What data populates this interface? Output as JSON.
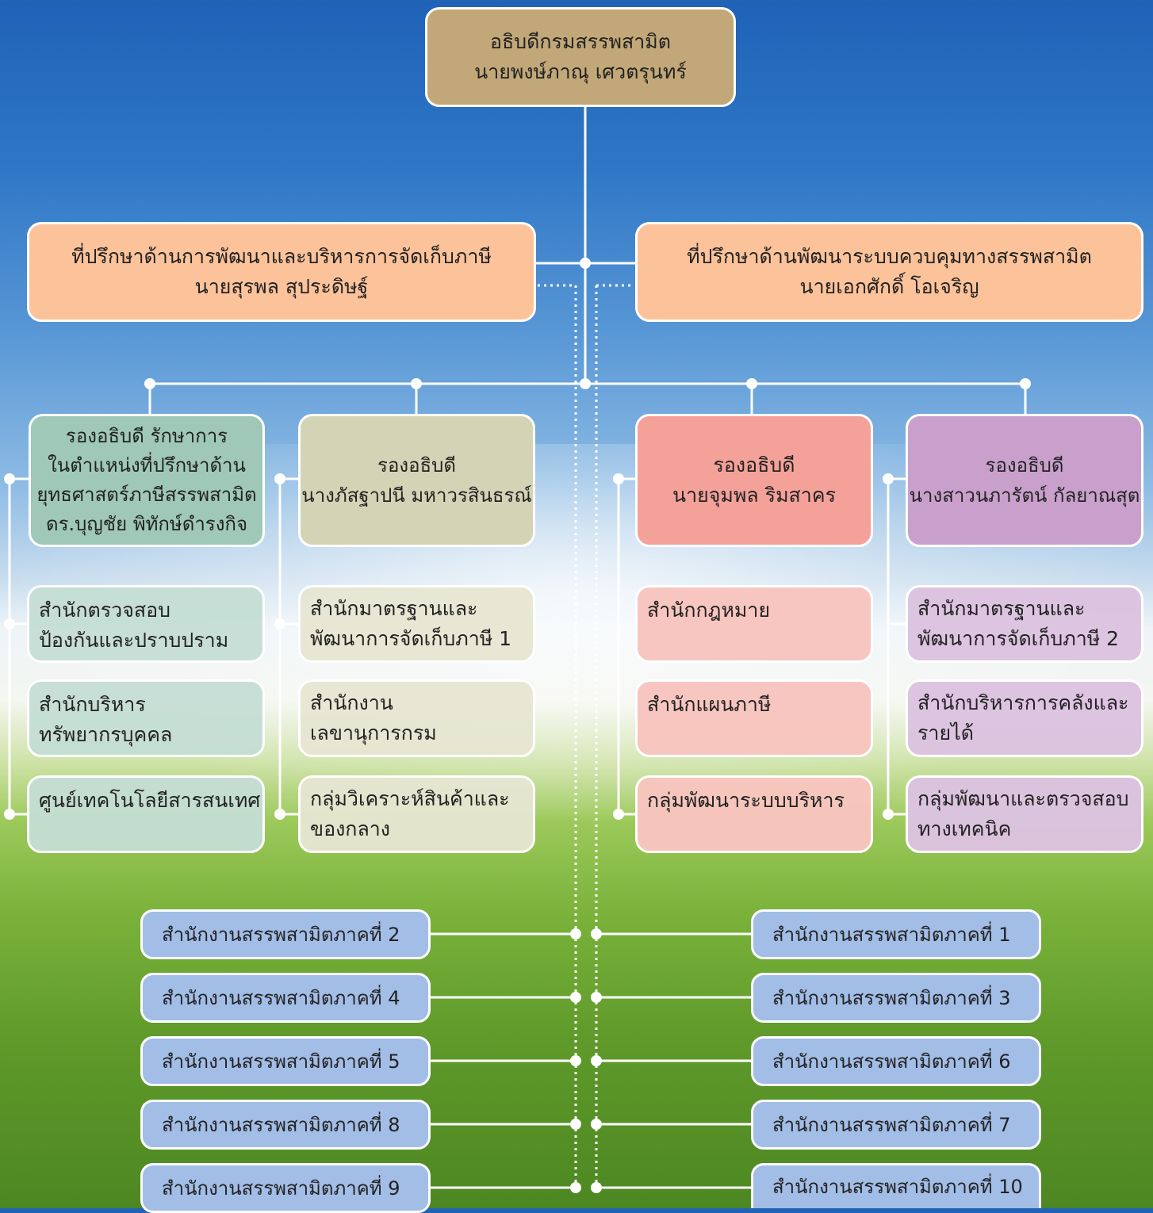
{
  "director": {
    "title": "อธิบดีกรมสรรพสามิต",
    "name": "นายพงษ์ภาณุ เศวตรุนทร์"
  },
  "advisors": [
    {
      "title": "ที่ปรึกษาด้านการพัฒนาและบริหารการจัดเก็บภาษี",
      "name": "นายสุรพล สุประดิษฐ์"
    },
    {
      "title": "ที่ปรึกษาด้านพัฒนาระบบควบคุมทางสรรพสามิต",
      "name": "นายเอกศักดิ์ โอเจริญ"
    }
  ],
  "deputies": [
    {
      "lines": [
        "รองอธิบดี รักษาการ",
        "ในตำแหน่งที่ปรึกษาด้าน",
        "ยุทธศาสตร์ภาษีสรรพสามิต",
        "ดร.บุญชัย พิทักษ์ดำรงกิจ"
      ],
      "units": [
        [
          "สำนักตรวจสอบ",
          "ป้องกันและปราบปราม"
        ],
        [
          "สำนักบริหาร",
          "ทรัพยากรบุคคล"
        ],
        [
          "ศูนย์เทคโนโลยีสารสนเทศ"
        ]
      ]
    },
    {
      "lines": [
        "รองอธิบดี",
        "นางภัสฐาปนี มหาวรสินธรณ์"
      ],
      "units": [
        [
          "สำนักมาตรฐานและ",
          "พัฒนาการจัดเก็บภาษี 1"
        ],
        [
          "สำนักงาน",
          "เลขานุการกรม"
        ],
        [
          "กลุ่มวิเคราะห์สินค้าและ",
          "ของกลาง"
        ]
      ]
    },
    {
      "lines": [
        "รองอธิบดี",
        "นายจุมพล ริมสาคร"
      ],
      "units": [
        [
          "สำนักกฎหมาย"
        ],
        [
          "สำนักแผนภาษี"
        ],
        [
          "กลุ่มพัฒนาระบบบริหาร"
        ]
      ]
    },
    {
      "lines": [
        "รองอธิบดี",
        "นางสาวนภารัตน์ กัลยาณสุต"
      ],
      "units": [
        [
          "สำนักมาตรฐานและ",
          "พัฒนาการจัดเก็บภาษี 2"
        ],
        [
          "สำนักบริหารการคลังและ",
          "รายได้"
        ],
        [
          "กลุ่มพัฒนาและตรวจสอบ",
          "ทางเทคนิค"
        ]
      ]
    }
  ],
  "regions_left": [
    "สำนักงานสรรพสามิตภาคที่ 2",
    "สำนักงานสรรพสามิตภาคที่ 4",
    "สำนักงานสรรพสามิตภาคที่ 5",
    "สำนักงานสรรพสามิตภาคที่ 8",
    "สำนักงานสรรพสามิตภาคที่ 9"
  ],
  "regions_right": [
    "สำนักงานสรรพสามิตภาคที่ 1",
    "สำนักงานสรรพสามิตภาคที่ 3",
    "สำนักงานสรรพสามิตภาคที่ 6",
    "สำนักงานสรรพสามิตภาคที่ 7",
    "สำนักงานสรรพสามิตภาคที่ 10"
  ],
  "colors": {
    "director": "#c2a878",
    "advisor": "#fcc39a",
    "deputy_1": "#9fc8b8",
    "deputy_2": "#d3d4b5",
    "deputy_3": "#f4a199",
    "deputy_4": "#c9a0cc",
    "region": "#a2bde6",
    "connector": "#ffffff"
  }
}
